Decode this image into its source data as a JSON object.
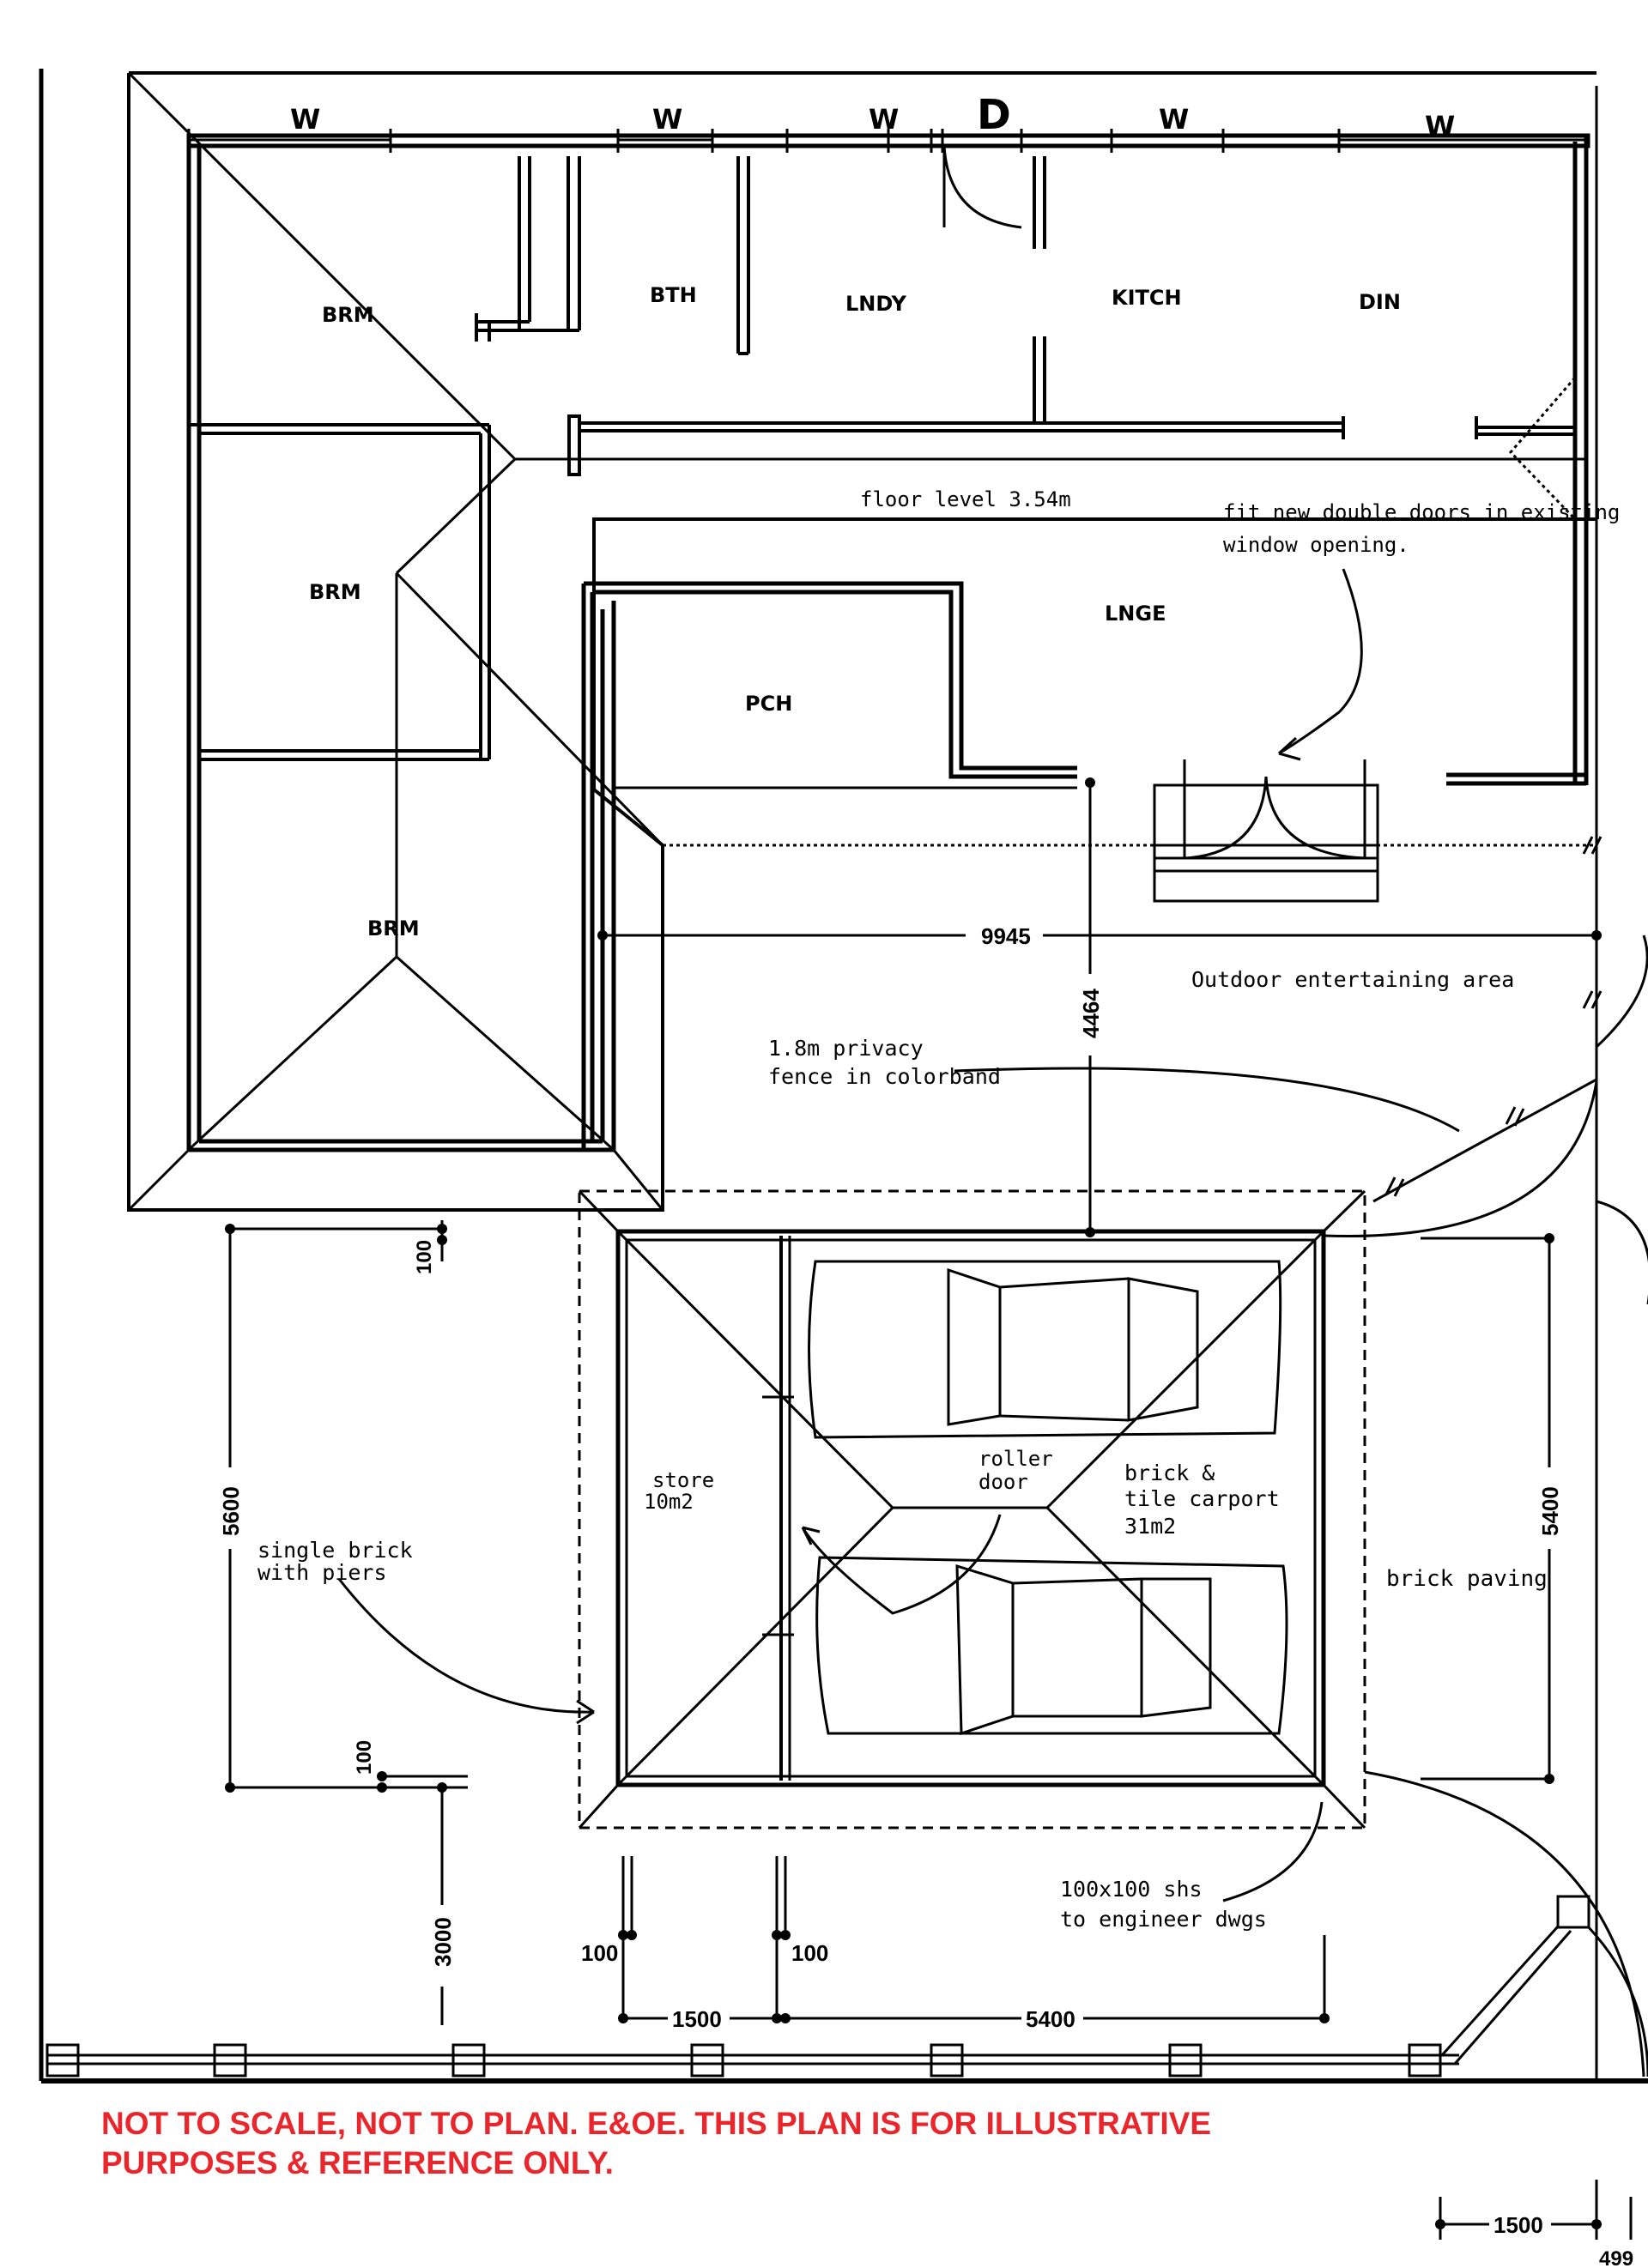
{
  "colors": {
    "line": "#000000",
    "disclaimer": "#e8262b"
  },
  "windows": [
    "W",
    "W",
    "W",
    "W",
    "W"
  ],
  "door_mark": "D",
  "rooms": {
    "bth": "BTH",
    "lndy": "LNDY",
    "kitch": "KITCH",
    "din": "DIN",
    "brm_1": "BRM",
    "brm_2": "BRM",
    "brm_3": "BRM",
    "lnge": "LNGE",
    "pch": "PCH"
  },
  "notes": {
    "floor_level": "floor level 3.54m",
    "double_doors_1": "fit new double doors in existing",
    "double_doors_2": "window opening.",
    "outdoor": "Outdoor entertaining area",
    "fence_1": "1.8m privacy",
    "fence_2": "fence in colorband",
    "roller_1": "roller",
    "roller_2": "door",
    "carport_1": "brick &",
    "carport_2": "tile carport",
    "carport_3": "31m2",
    "store_1": "store",
    "store_2": "10m2",
    "single_brick_1": "single brick",
    "single_brick_2": "with piers",
    "paving": "brick paving",
    "shs_1": "100x100 shs",
    "shs_2": "to engineer dwgs"
  },
  "dimensions": {
    "d9945": "9945",
    "d4464": "4464",
    "d5600": "5600",
    "d5400_right": "5400",
    "d100_top": "100",
    "d100_left": "100",
    "d3000": "3000",
    "d100_a": "100",
    "d100_b": "100",
    "d1500": "1500",
    "d5400_bottom": "5400",
    "d1500_corner": "1500",
    "d499": "499"
  },
  "disclaimer": {
    "line1": "NOT TO SCALE, NOT TO PLAN. E&OE. THIS PLAN IS FOR ILLUSTRATIVE",
    "line2": "PURPOSES & REFERENCE ONLY."
  }
}
